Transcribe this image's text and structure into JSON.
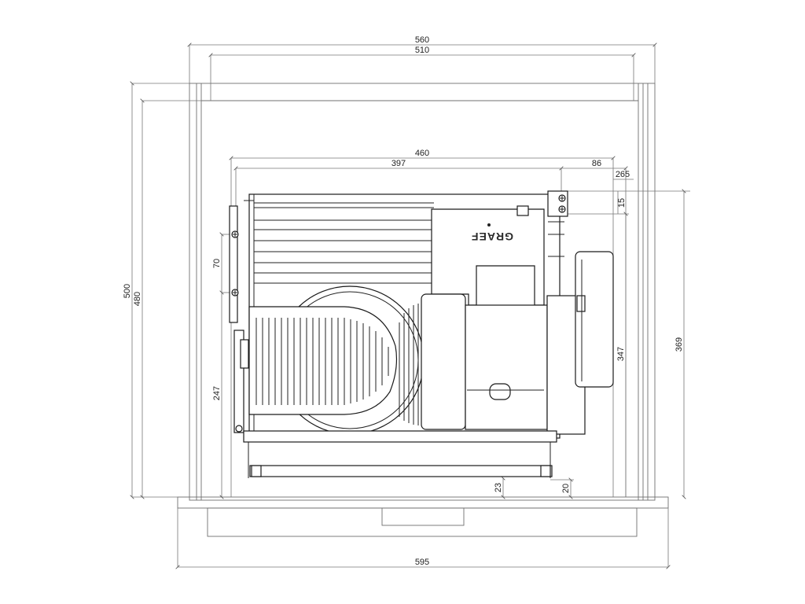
{
  "diagram": {
    "brand": "GRAEF",
    "dimensions": {
      "outer_width": "560",
      "inner_width": "510",
      "slicer_width": "460",
      "mount_width": "397",
      "right_offset": "86",
      "edge_offset": "265",
      "cabinet_height": "500",
      "inner_height": "480",
      "bracket_spacing": "70",
      "rail_height": "247",
      "top_gap": "15",
      "height_369": "369",
      "height_347": "347",
      "bottom_gap_23": "23",
      "bottom_gap_20": "20",
      "front_width": "595"
    }
  }
}
